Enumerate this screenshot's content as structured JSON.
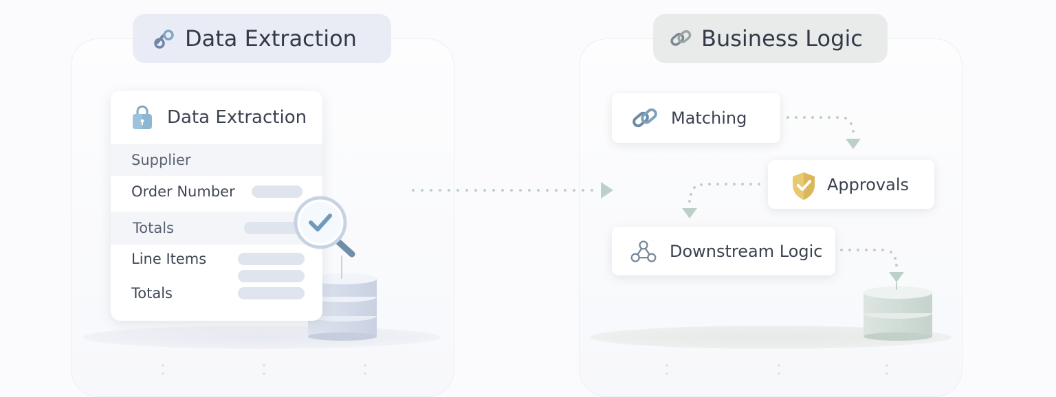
{
  "left_section": {
    "title": "Data Extraction",
    "card": {
      "title": "Data Extraction",
      "fields": [
        "Supplier",
        "Order Number",
        "Totals",
        "Line Items",
        "Totals"
      ]
    }
  },
  "right_section": {
    "title": "Business Logic",
    "steps": [
      "Matching",
      "Approvals",
      "Downstream Logic"
    ]
  },
  "colors": {
    "accent_blue": "#7aa6c2",
    "accent_green": "#b9cfc6",
    "shield_gold": "#e8c870"
  }
}
